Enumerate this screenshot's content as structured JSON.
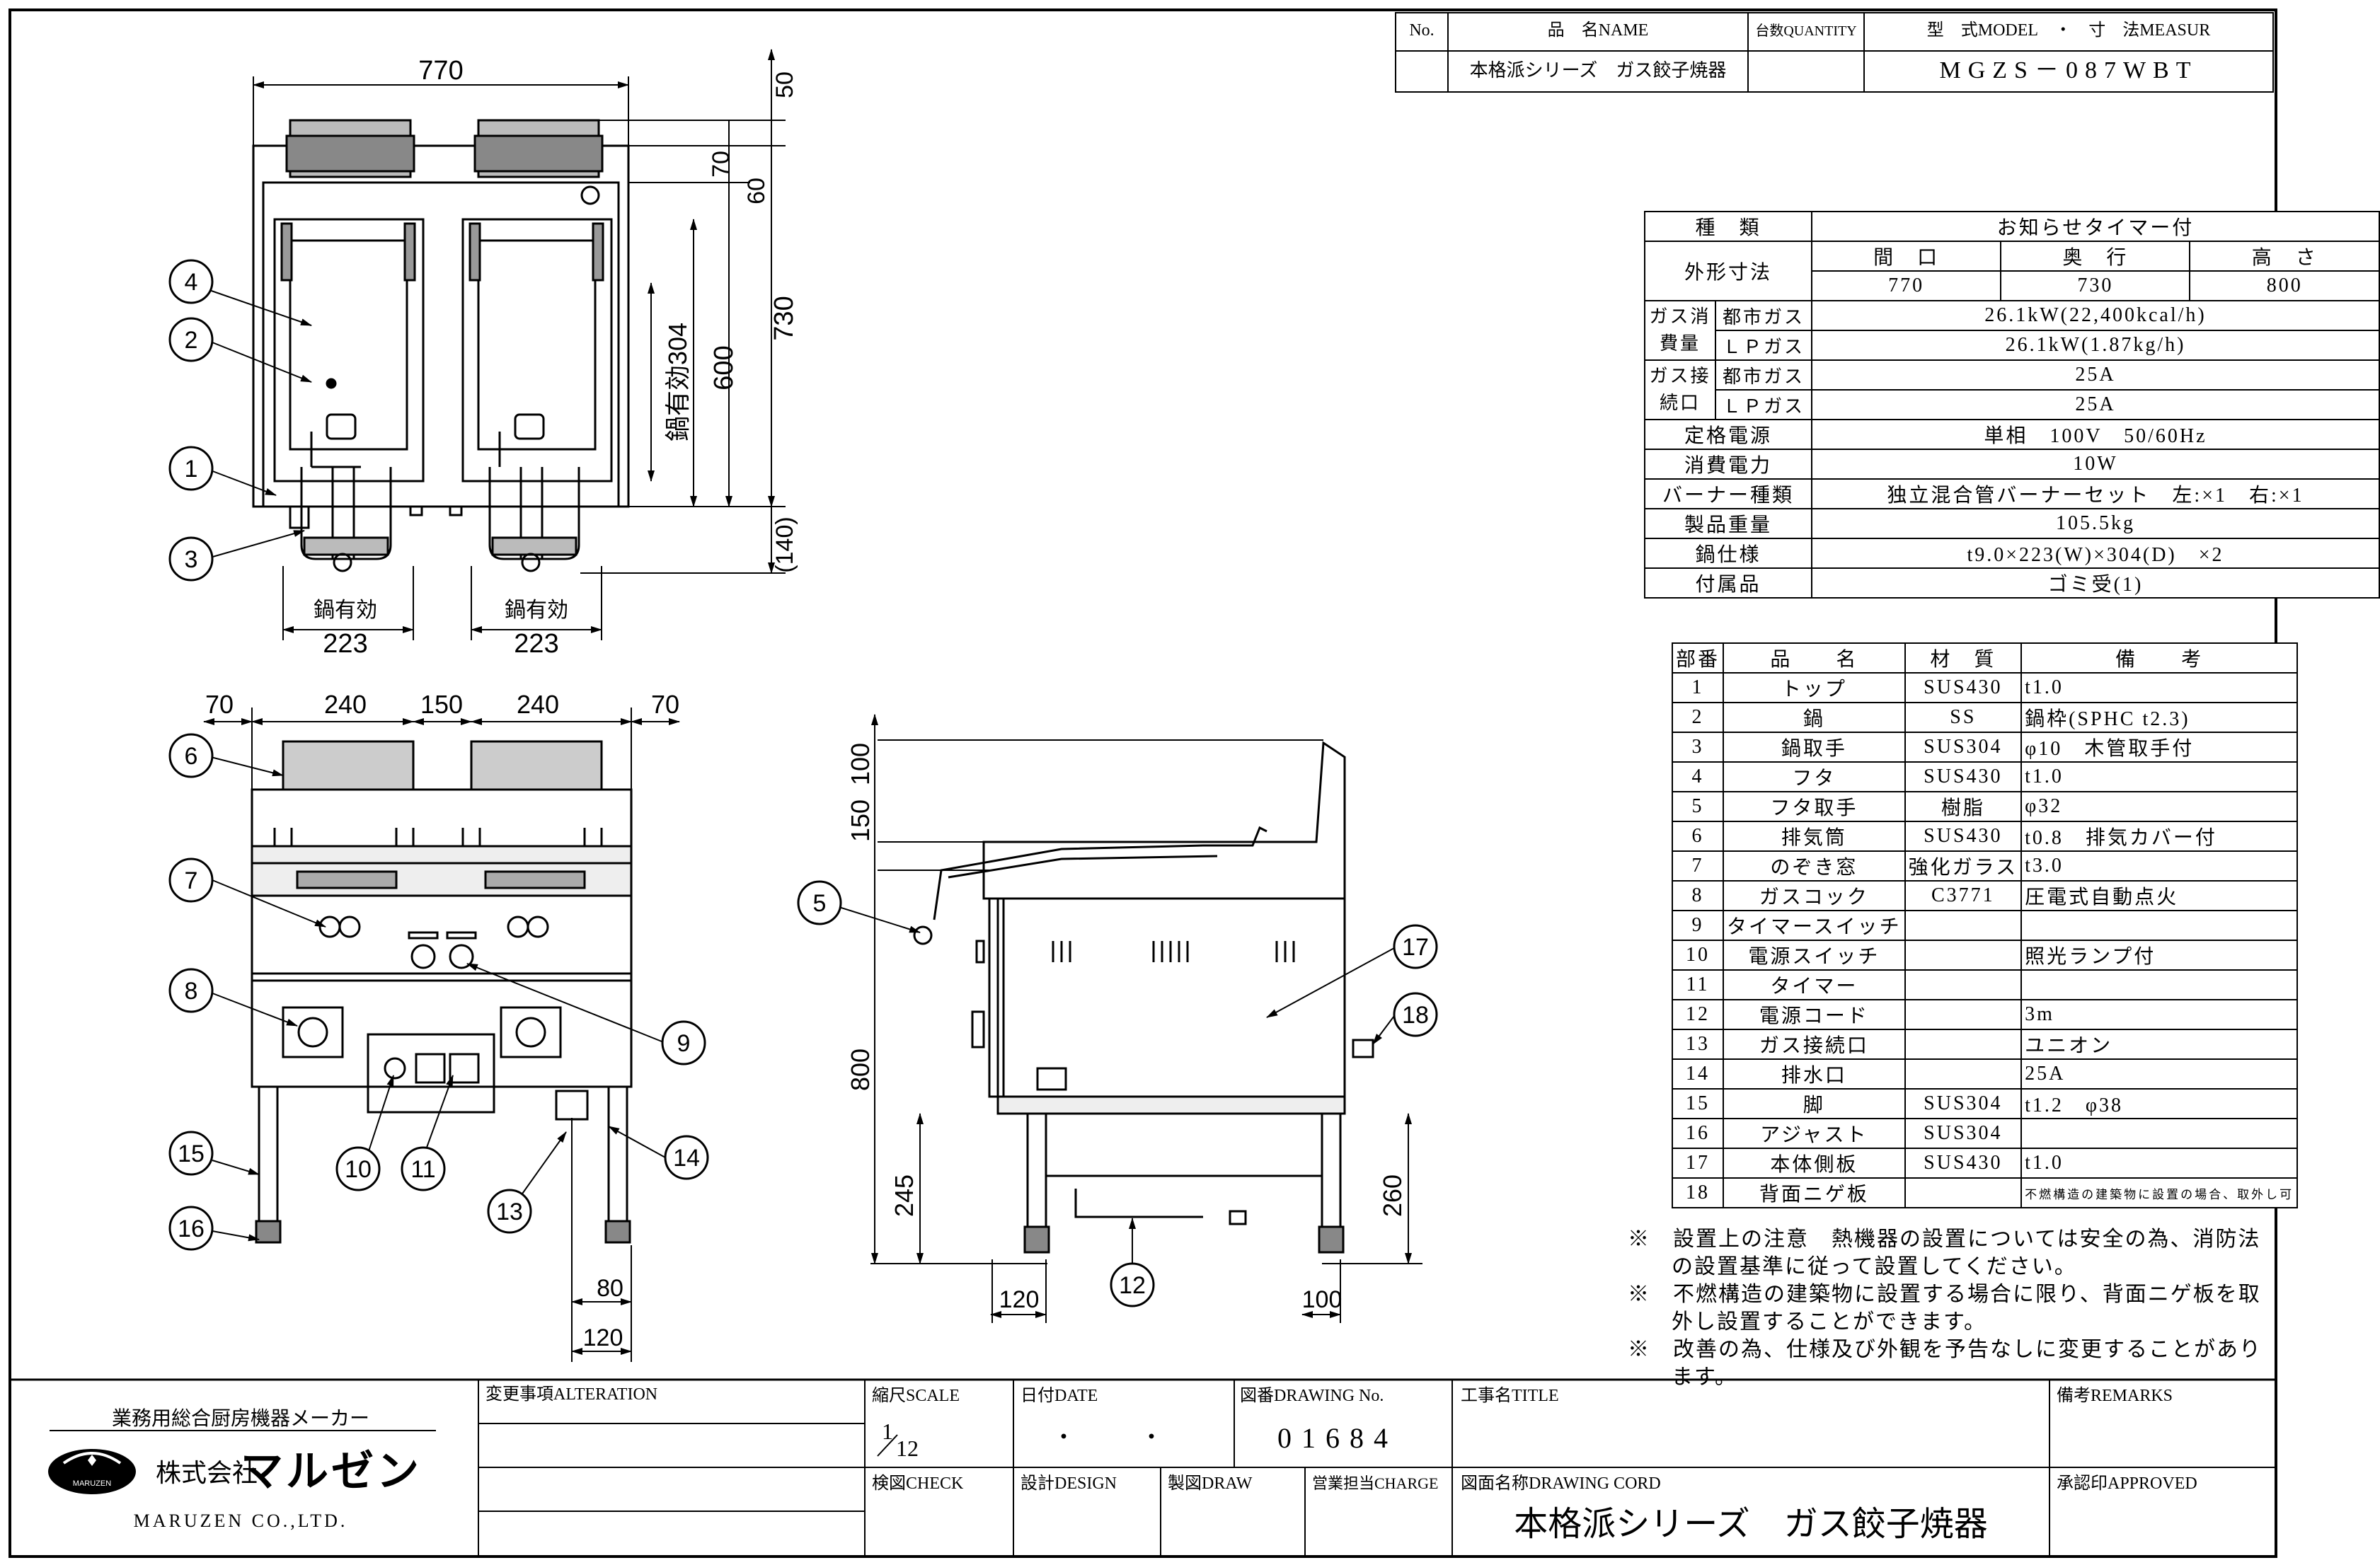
{
  "header": {
    "col_no": "No.",
    "col_name": "品　名NAME",
    "col_qty": "台数QUANTITY",
    "col_model": "型　式MODEL　・　寸　法MEASUR",
    "product_name": "本格派シリーズ　ガス餃子焼器",
    "model": "MGZS－087WBT"
  },
  "specs": {
    "type_label": "種　類",
    "type_value": "お知らせタイマー付",
    "dims_label": "外形寸法",
    "width_label": "間　口",
    "depth_label": "奥　行",
    "height_label": "高　さ",
    "width": "770",
    "depth": "730",
    "height": "800",
    "gas_use_label": "ガス消費量",
    "gas_conn_label": "ガス接続口",
    "city_gas": "都市ガス",
    "lp_gas": "ＬＰガス",
    "use_city": "26.1kW(22,400kcal/h)",
    "use_lp": "26.1kW(1.87kg/h)",
    "conn_city": "25A",
    "conn_lp": "25A",
    "power_label": "定格電源",
    "power_value": "単相　100V　50/60Hz",
    "consumption_label": "消費電力",
    "consumption_value": "10W",
    "burner_label": "バーナー種類",
    "burner_value": "独立混合管バーナーセット　左:×1　右:×1",
    "weight_label": "製品重量",
    "weight_value": "105.5kg",
    "pan_label": "鍋仕様",
    "pan_value": "t9.0×223(W)×304(D)　×2",
    "accessory_label": "付属品",
    "accessory_value": "ゴミ受(1)"
  },
  "parts": {
    "headers": [
      "部番",
      "品　　名",
      "材　質",
      "備　　考"
    ],
    "rows": [
      [
        "1",
        "トップ",
        "SUS430",
        "t1.0"
      ],
      [
        "2",
        "鍋",
        "SS",
        "鍋枠(SPHC t2.3)"
      ],
      [
        "3",
        "鍋取手",
        "SUS304",
        "φ10　木管取手付"
      ],
      [
        "4",
        "フタ",
        "SUS430",
        "t1.0"
      ],
      [
        "5",
        "フタ取手",
        "樹脂",
        "φ32"
      ],
      [
        "6",
        "排気筒",
        "SUS430",
        "t0.8　排気カバー付"
      ],
      [
        "7",
        "のぞき窓",
        "強化ガラス",
        "t3.0"
      ],
      [
        "8",
        "ガスコック",
        "C3771",
        "圧電式自動点火"
      ],
      [
        "9",
        "タイマースイッチ",
        "",
        ""
      ],
      [
        "10",
        "電源スイッチ",
        "",
        "照光ランプ付"
      ],
      [
        "11",
        "タイマー",
        "",
        ""
      ],
      [
        "12",
        "電源コード",
        "",
        "3m"
      ],
      [
        "13",
        "ガス接続口",
        "",
        "ユニオン"
      ],
      [
        "14",
        "排水口",
        "",
        "25A"
      ],
      [
        "15",
        "脚",
        "SUS304",
        "t1.2　φ38"
      ],
      [
        "16",
        "アジャスト",
        "SUS304",
        ""
      ],
      [
        "17",
        "本体側板",
        "SUS430",
        "t1.0"
      ],
      [
        "18",
        "背面ニゲ板",
        "",
        "不燃構造の建築物に設置の場合、取外し可"
      ]
    ]
  },
  "notes": [
    "※　設置上の注意　熱機器の設置については安全の為、消防法の設置基準に従って設置してください。",
    "※　不燃構造の建築物に設置する場合に限り、背面ニゲ板を取外し設置することができます。",
    "※　改善の為、仕様及び外観を予告なしに変更することがあります。"
  ],
  "dimensions": {
    "top_width": "770",
    "lid_h": "50",
    "top_70": "70",
    "top_60": "60",
    "depth": "730",
    "pan_600": "600",
    "pan_304": "鍋有効304",
    "handle_140": "(140)",
    "pan_eff": "鍋有効",
    "pan_223a": "223",
    "pan_223b": "223",
    "f70a": "70",
    "f240a": "240",
    "f150": "150",
    "f240b": "240",
    "f70b": "70",
    "f80": "80",
    "f120": "120",
    "s100": "100",
    "s150": "150",
    "s800": "800",
    "s245": "245",
    "s260": "260",
    "s120": "120",
    "s100b": "100"
  },
  "callouts": [
    "1",
    "2",
    "3",
    "4",
    "5",
    "6",
    "7",
    "8",
    "9",
    "10",
    "11",
    "12",
    "13",
    "14",
    "15",
    "16",
    "17",
    "18"
  ],
  "footer": {
    "maker_tag": "業務用総合厨房機器メーカー",
    "company": "株式会社",
    "brand": "マルゼン",
    "logo_text": "MARUZEN",
    "company_en": "MARUZEN CO.,LTD.",
    "alteration": "変更事項ALTERATION",
    "scale_label": "縮尺SCALE",
    "scale_num": "1",
    "scale_den": "12",
    "date_label": "日付DATE",
    "date_value": "・　・",
    "drawing_no_label": "図番DRAWING No.",
    "drawing_no": "01684",
    "title_label": "工事名TITLE",
    "remarks_label": "備考REMARKS",
    "check_label": "検図CHECK",
    "design_label": "設計DESIGN",
    "draw_label": "製図DRAW",
    "charge_label": "営業担当CHARGE",
    "drawing_cord_label": "図面名称DRAWING CORD",
    "drawing_name": "本格派シリーズ　ガス餃子焼器",
    "approved_label": "承認印APPROVED"
  }
}
